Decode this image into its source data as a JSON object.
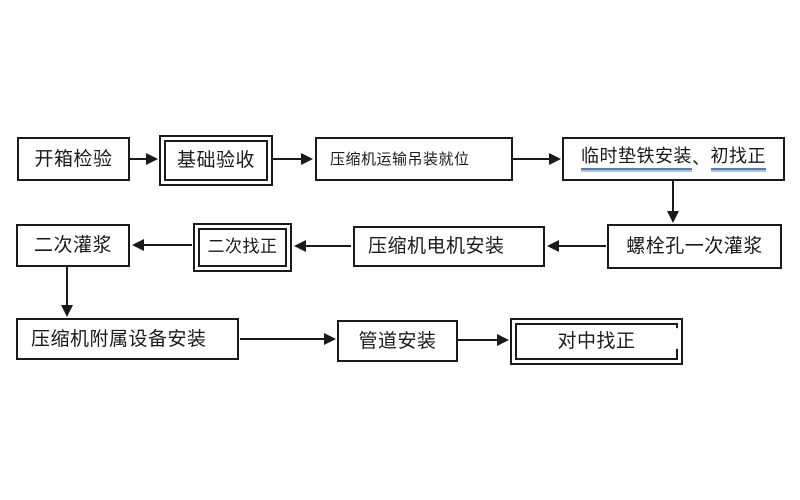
{
  "diagram": {
    "type": "flowchart",
    "language": "zh-CN",
    "colors": {
      "background": "#ffffff",
      "box_border": "#1a1a1a",
      "text": "#1a1a1a",
      "underline_accent": "#537dc0"
    },
    "nodes": [
      {
        "label": "开箱检验",
        "border": "single"
      },
      {
        "label": "基础验收",
        "border": "double"
      },
      {
        "label": "压缩机运输吊装就位",
        "border": "single"
      },
      {
        "label": "临时垫铁安装、初找正",
        "border": "single",
        "parts": [
          "临时垫铁安装",
          "、",
          "初找正"
        ]
      },
      {
        "label": "螺栓孔一次灌浆",
        "border": "single"
      },
      {
        "label": "压缩机电机安装",
        "border": "single"
      },
      {
        "label": "二次找正",
        "border": "double"
      },
      {
        "label": "二次灌浆",
        "border": "single"
      },
      {
        "label": "压缩机附属设备安装",
        "border": "single"
      },
      {
        "label": "管道安装",
        "border": "single"
      },
      {
        "label": "对中找正",
        "border": "double"
      }
    ],
    "flow_order": [
      "开箱检验 → 基础验收 → 压缩机运输吊装就位 → 临时垫铁安装、初找正 → 螺栓孔一次灌浆 → 压缩机电机安装 → 二次找正 → 二次灌浆 → 压缩机附属设备安装 → 管道安装 → 对中找正"
    ]
  }
}
